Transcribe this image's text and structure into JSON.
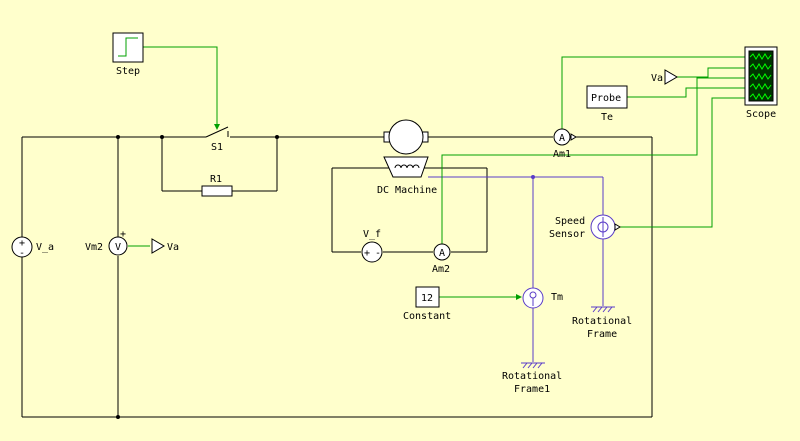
{
  "labels": {
    "step": "Step",
    "s1": "S1",
    "r1": "R1",
    "v_a": "V_a",
    "vm2": "Vm2",
    "va_out": "Va",
    "dc_machine": "DC Machine",
    "v_f": "V_f",
    "am1": "Am1",
    "am2": "Am2",
    "speed_sensor_1": "Speed",
    "speed_sensor_2": "Sensor",
    "constant_value": "12",
    "constant": "Constant",
    "tm": "Tm",
    "rot_frame_1": "Rotational",
    "rot_frame_2": "Frame",
    "rot_frame1_1": "Rotational",
    "rot_frame1_2": "Frame1",
    "probe": "Probe",
    "te": "Te",
    "va_scope": "Va",
    "scope": "Scope"
  },
  "glyphs": {
    "ammeter": "A",
    "voltmeter": "V",
    "plus": "+",
    "minus": "-"
  },
  "colors": {
    "background": "#ffffcc",
    "wire": "#000000",
    "signal": "#00a000",
    "mechanical": "#5a3cc8",
    "scope_screen": "#003300",
    "scope_trace": "#00ff00"
  }
}
